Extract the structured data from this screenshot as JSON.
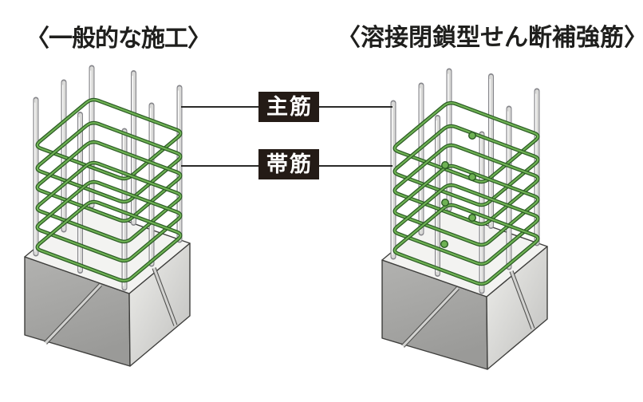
{
  "figure": {
    "kind": "rebar-column-comparison-diagram",
    "background": "#ffffff"
  },
  "diagrams": [
    {
      "id": "general",
      "title": "〈一般的な施工〉",
      "welded_joints": false
    },
    {
      "id": "welded-closed",
      "title": "〈溶接閉鎖型せん断補強筋〉",
      "welded_joints": true
    }
  ],
  "callouts": {
    "main_bar_label": "主筋",
    "hoop_bar_label": "帯筋"
  },
  "colors": {
    "title_text": "#1f1f1d",
    "label_box": "#241b16",
    "label_text": "#ffffff",
    "callout_line": "#2b2b29",
    "hoop_green": "#6fb254",
    "hoop_outline": "#2a5a23",
    "bar_body": "#dadad8",
    "bar_outline": "#85858a",
    "bar_highlight": "#ffffff",
    "footing_top": "#f3f3f1",
    "footing_left_light": "#b2b2b0",
    "footing_left_dark": "#9a9a98",
    "footing_right_light": "#efefec",
    "footing_right_dark": "#bfbfbd",
    "footing_edge": "#3e3e3c",
    "stripe_light": "#d2d2d0",
    "stripe_dark": "#525250"
  }
}
